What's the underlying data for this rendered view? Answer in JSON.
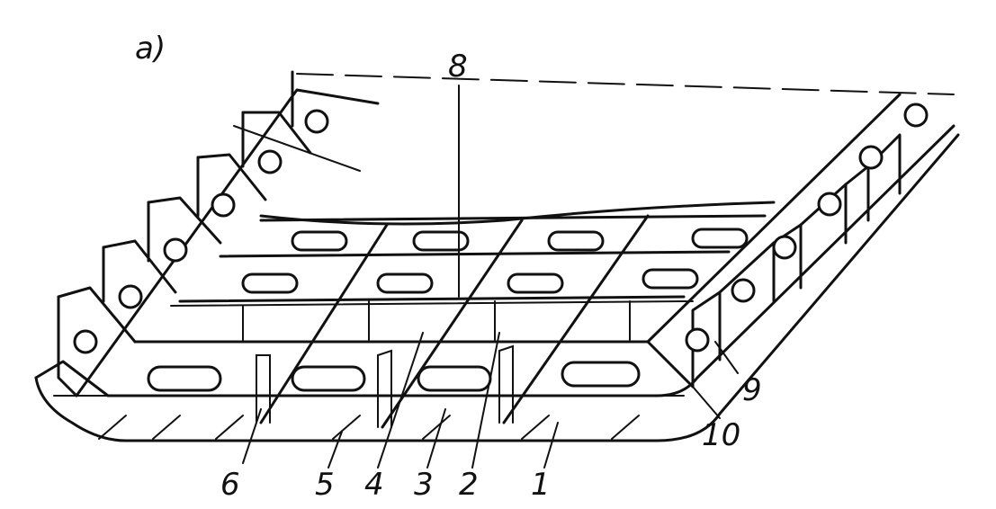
{
  "figure": {
    "panel_label": "a)",
    "callouts": [
      "8",
      "9",
      "10",
      "6",
      "5",
      "4",
      "3",
      "2",
      "1"
    ]
  }
}
